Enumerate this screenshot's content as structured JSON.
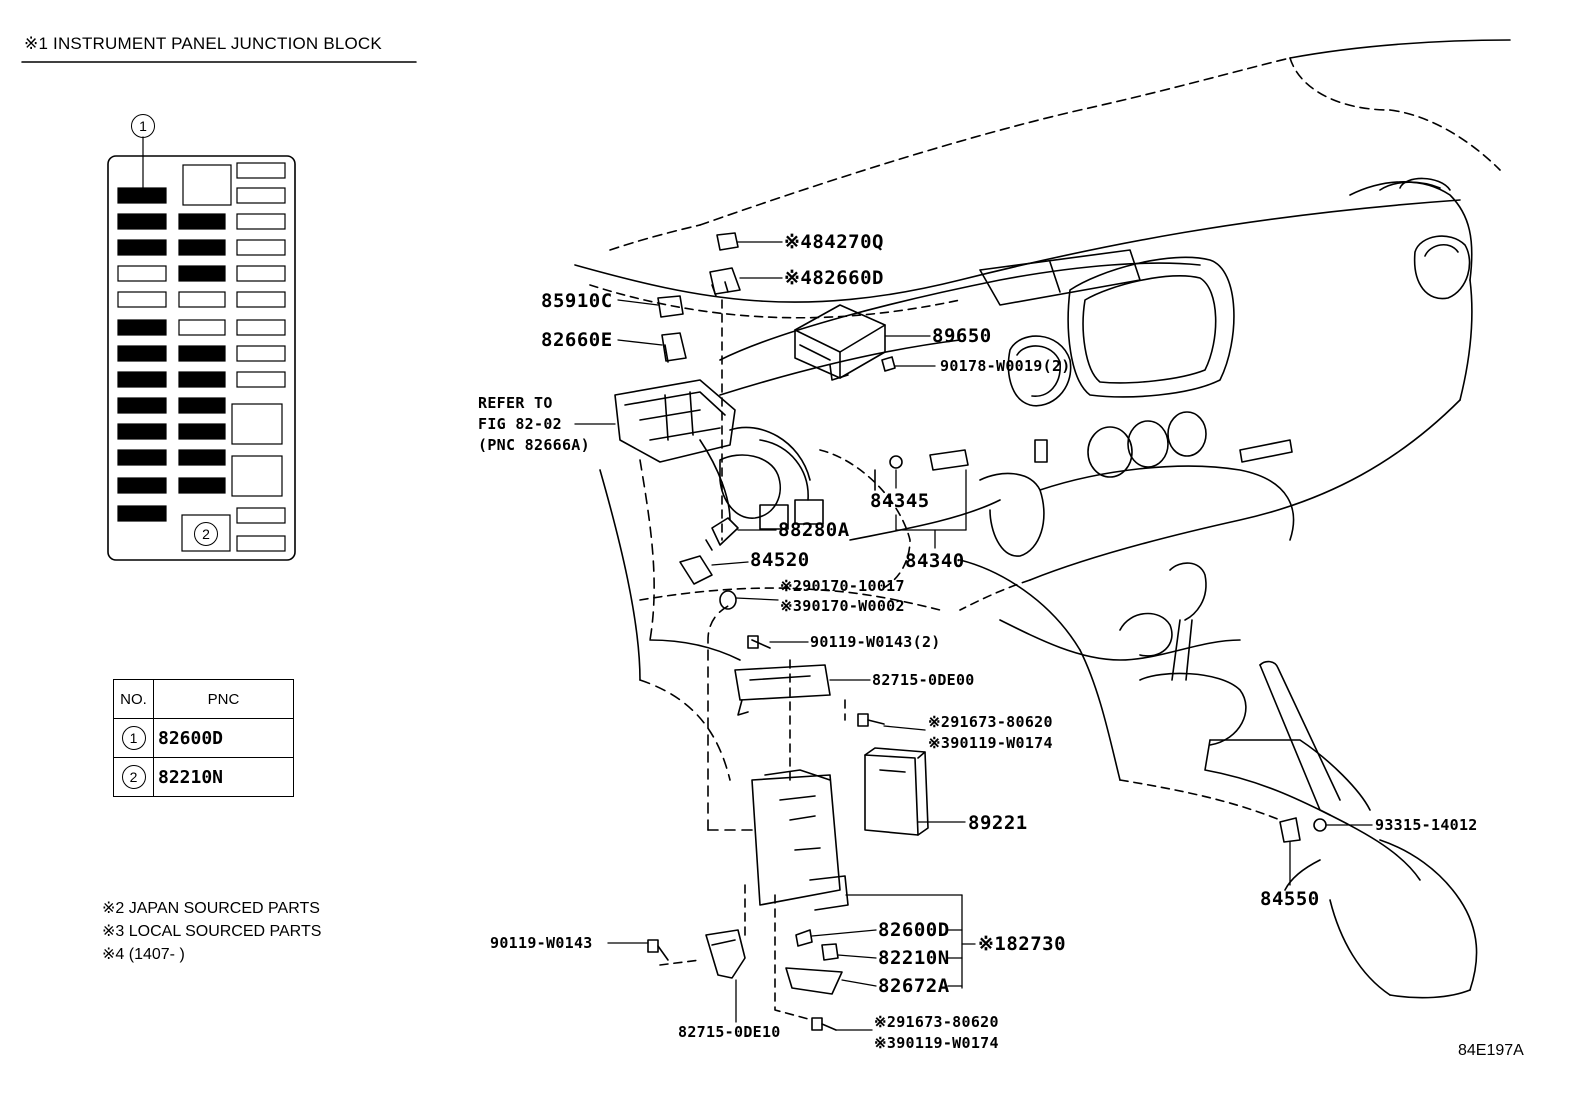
{
  "header": {
    "title": "※1 INSTRUMENT PANEL JUNCTION BLOCK"
  },
  "junction_block": {
    "callout_1": "1",
    "callout_2": "2"
  },
  "pnc_table": {
    "col_no": "NO.",
    "col_pnc": "PNC",
    "rows": [
      {
        "no": "1",
        "pnc": "82600D"
      },
      {
        "no": "2",
        "pnc": "82210N"
      }
    ]
  },
  "notes": [
    "※2 JAPAN SOURCED PARTS",
    "※3 LOCAL SOURCED PARTS",
    "※4 (1407-        )"
  ],
  "labels": {
    "p84270Q": "※484270Q",
    "p82660D": "※482660D",
    "p85910C": "85910C",
    "p89650": "89650",
    "p82660E": "82660E",
    "p90178": "90178-W0019(2)",
    "refer1": "REFER TO",
    "refer2": "FIG 82-02",
    "refer3": "(PNC 82666A)",
    "p84345": "84345",
    "p88280A": "88280A",
    "p84340": "84340",
    "p84520": "84520",
    "p90170a": "※290170-10017",
    "p90170b": "※390170-W0002",
    "p90119a": "90119-W0143(2)",
    "p82715a": "82715-0DE00",
    "p91673a": "※291673-80620",
    "p90119b": "※390119-W0174",
    "p89221": "89221",
    "p93315": "93315-14012",
    "p84550": "84550",
    "p82600D": "82600D",
    "p82730": "※182730",
    "p90119c": "90119-W0143",
    "p82210N": "82210N",
    "p82672A": "82672A",
    "p91673b": "※291673-80620",
    "p90119d": "※390119-W0174",
    "p82715b": "82715-0DE10",
    "figure_id": "84E197A"
  }
}
